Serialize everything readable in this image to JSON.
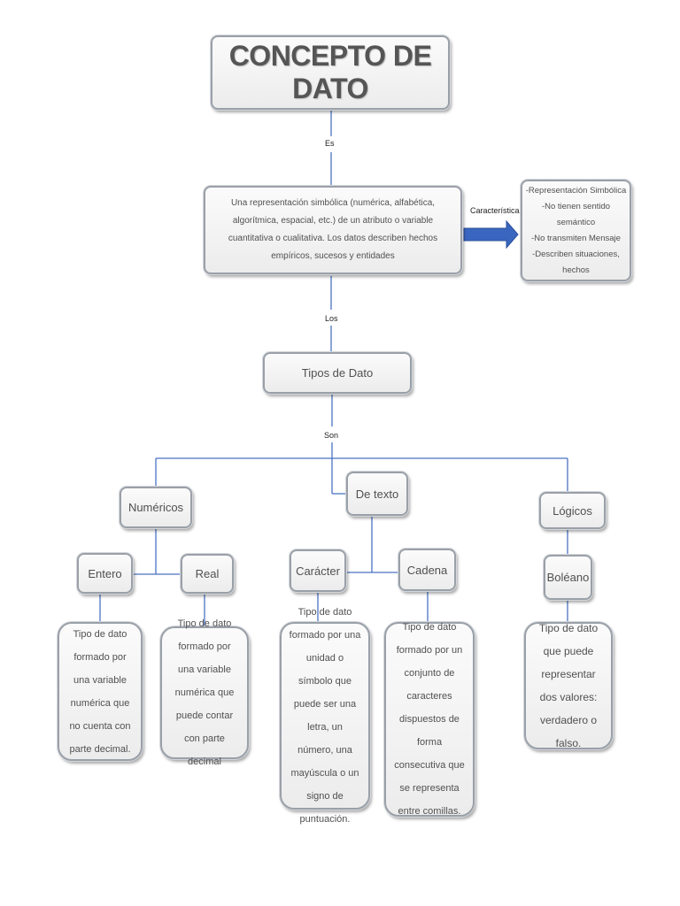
{
  "title": "CONCEPTO DE DATO",
  "connectors": {
    "es": "Es",
    "caracteristicas": "Características",
    "los": "Los",
    "son": "Son"
  },
  "definition": "Una representación simbólica (numérica, alfabética, algorítmica, espacial, etc.) de un atributo o variable cuantitativa o cualitativa. Los datos describen hechos empíricos, sucesos y entidades",
  "characteristics": [
    "-Representación Simbólica",
    "-No tienen sentido semántico",
    "-No transmiten Mensaje",
    "-Describen situaciones, hechos"
  ],
  "types_title": "Tipos de Dato",
  "categories": {
    "numericos": "Numéricos",
    "texto": "De texto",
    "logicos": "Lógicos"
  },
  "subtypes": {
    "entero": "Entero",
    "real": "Real",
    "caracter": "Carácter",
    "cadena": "Cadena",
    "booleano": "Boléano"
  },
  "descriptions": {
    "entero": "Tipo de dato formado por una variable numérica que no cuenta con parte decimal.",
    "real": "Tipo de dato formado por una variable numérica que puede contar con parte decimal",
    "caracter": "Tipo de dato formado por una unidad o símbolo que puede ser una letra, un número, una mayúscula o un signo de puntuación.",
    "cadena": "Tipo de dato formado por un conjunto de caracteres dispuestos de forma consecutiva que se representa entre comillas.",
    "booleano": "Tipo de dato que puede representar dos valores: verdadero o falso."
  },
  "colors": {
    "line": "#4a72c4",
    "arrow": "#3a66c0",
    "border": "#9aa0a8"
  }
}
